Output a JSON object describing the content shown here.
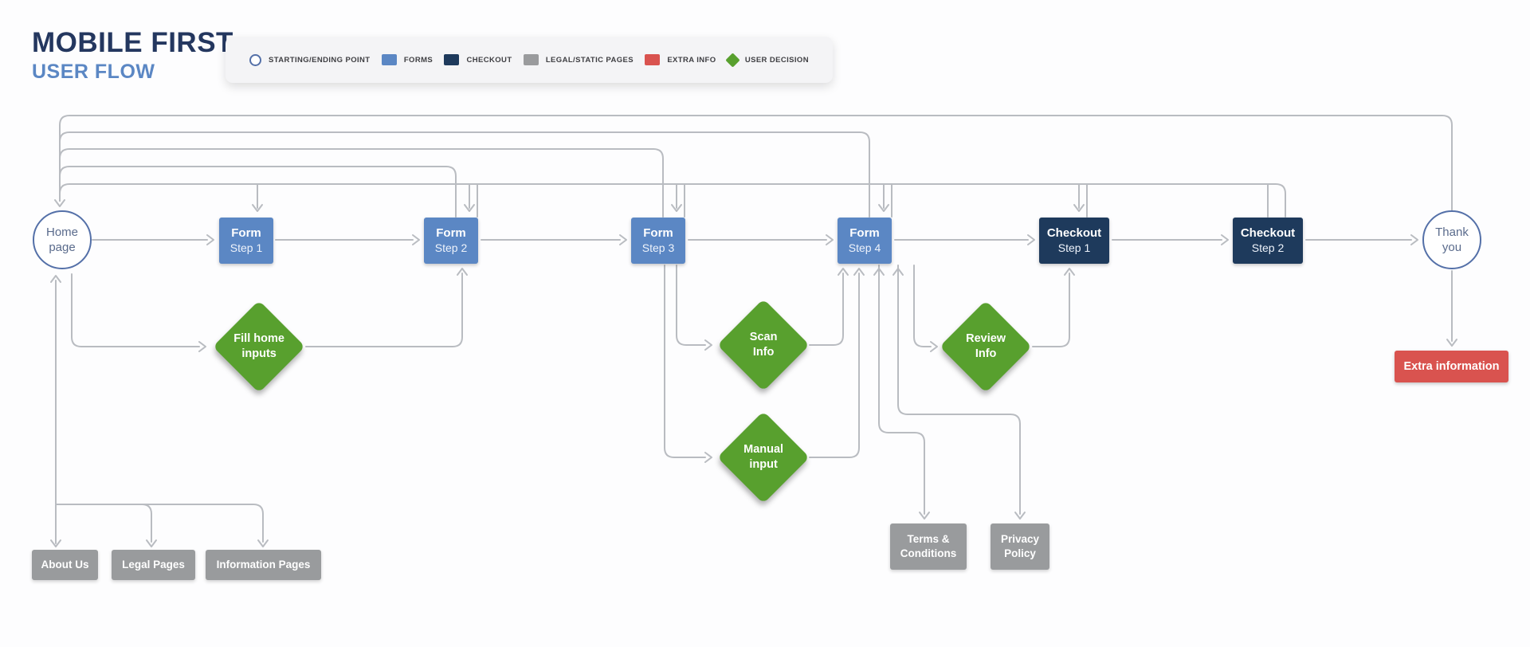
{
  "header": {
    "title": "MOBILE FIRST",
    "subtitle": "USER FLOW"
  },
  "legend": {
    "items": [
      {
        "label": "STARTING/ENDING POINT",
        "swatch": "circle-outline",
        "color": "#5470a8"
      },
      {
        "label": "FORMS",
        "swatch": "square",
        "color": "#5b87c4"
      },
      {
        "label": "CHECKOUT",
        "swatch": "square",
        "color": "#1e3a5c"
      },
      {
        "label": "LEGAL/STATIC PAGES",
        "swatch": "square",
        "color": "#9a9b9d"
      },
      {
        "label": "EXTRA INFO",
        "swatch": "square",
        "color": "#d9534f"
      },
      {
        "label": "USER DECISION",
        "swatch": "diamond",
        "color": "#58a02e"
      }
    ]
  },
  "flow": {
    "nodes": {
      "home": {
        "line1": "Home",
        "line2": "page"
      },
      "form1": {
        "line1": "Form",
        "line2": "Step 1"
      },
      "form2": {
        "line1": "Form",
        "line2": "Step 2"
      },
      "form3": {
        "line1": "Form",
        "line2": "Step 3"
      },
      "form4": {
        "line1": "Form",
        "line2": "Step 4"
      },
      "checkout1": {
        "line1": "Checkout",
        "line2": "Step 1"
      },
      "checkout2": {
        "line1": "Checkout",
        "line2": "Step 2"
      },
      "thankyou": {
        "line1": "Thank",
        "line2": "you"
      },
      "fill": {
        "line1": "Fill home",
        "line2": "inputs"
      },
      "scan": {
        "line1": "Scan",
        "line2": "Info"
      },
      "manual": {
        "line1": "Manual",
        "line2": "input"
      },
      "review": {
        "line1": "Review",
        "line2": "Info"
      },
      "about": {
        "label": "About Us"
      },
      "legal": {
        "label": "Legal Pages"
      },
      "infopages": {
        "label": "Information Pages"
      },
      "terms": {
        "line1": "Terms &",
        "line2": "Conditions"
      },
      "privacy": {
        "line1": "Privacy",
        "line2": "Policy"
      },
      "extra": {
        "label": "Extra information"
      }
    },
    "colors": {
      "connector": "#b9bcc1",
      "forms": "#5b87c4",
      "checkout": "#1e3a5c",
      "legal_static": "#9a9b9d",
      "extra_info": "#d9534f",
      "user_decision": "#58a02e",
      "start_end_outline": "#5470a8"
    }
  }
}
